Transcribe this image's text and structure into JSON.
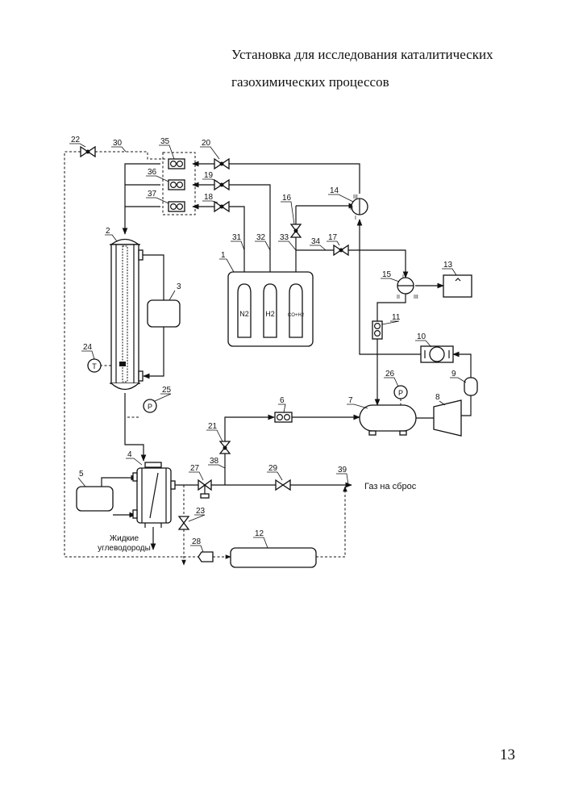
{
  "document": {
    "title_line1": "Установка для исследования каталитических",
    "title_line2": "газохимических процессов",
    "page_number": "13"
  },
  "diagram": {
    "labels": {
      "liquid_line1": "Жидкие",
      "liquid_line2": "углеводороды",
      "gas_vent": "Газ на сброс",
      "cyl_n2": "N2",
      "cyl_h2": "H2",
      "cyl_co": "CO+H2",
      "sensor_t": "T",
      "sensor_p": "P",
      "port_I": "I",
      "port_II": "II",
      "port_III": "III"
    },
    "numbers": {
      "n1": "1",
      "n2": "2",
      "n3": "3",
      "n4": "4",
      "n5": "5",
      "n6": "6",
      "n7": "7",
      "n8": "8",
      "n9": "9",
      "n10": "10",
      "n11": "11",
      "n12": "12",
      "n13": "13",
      "n14": "14",
      "n15": "15",
      "n16": "16",
      "n17": "17",
      "n18": "18",
      "n19": "19",
      "n20": "20",
      "n21": "21",
      "n22": "22",
      "n23": "23",
      "n24": "24",
      "n25": "25",
      "n26": "26",
      "n27": "27",
      "n28": "28",
      "n29": "29",
      "n30": "30",
      "n31": "31",
      "n32": "32",
      "n33": "33",
      "n34": "34",
      "n35": "35",
      "n36": "36",
      "n37": "37",
      "n38": "38",
      "n39": "39"
    }
  }
}
